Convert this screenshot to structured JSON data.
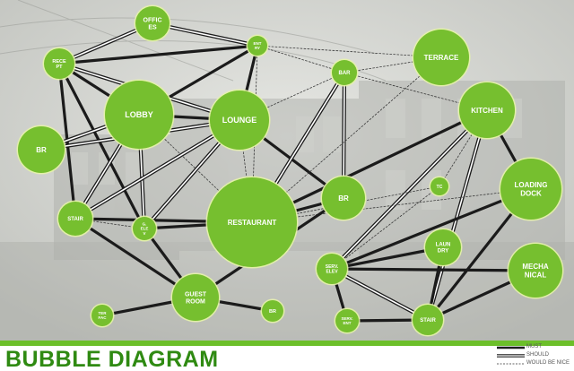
{
  "title": "BUBBLE DIAGRAM",
  "colors": {
    "bubble": "#76bf2f",
    "bubble_stroke": "#e6f3a8",
    "title": "#2f8a12",
    "band": "#6cbf2a"
  },
  "legend": [
    {
      "label": "MUST",
      "style": "must"
    },
    {
      "label": "SHOULD",
      "style": "should"
    },
    {
      "label": "WOULD BE NICE",
      "style": "nice"
    }
  ],
  "nodes": [
    {
      "id": "offices",
      "lines": [
        "OFFIC",
        "ES"
      ]
    },
    {
      "id": "entry",
      "lines": [
        "ENT",
        "RY"
      ]
    },
    {
      "id": "reception",
      "lines": [
        "RECE",
        "PT"
      ]
    },
    {
      "id": "lobby",
      "lines": [
        "LOBBY"
      ]
    },
    {
      "id": "lounge",
      "lines": [
        "LOUNGE"
      ]
    },
    {
      "id": "bar",
      "lines": [
        "BAR"
      ]
    },
    {
      "id": "terrace",
      "lines": [
        "TERRACE"
      ]
    },
    {
      "id": "kitchen",
      "lines": [
        "KITCHEN"
      ]
    },
    {
      "id": "br_left",
      "lines": [
        "BR"
      ]
    },
    {
      "id": "restaurant",
      "lines": [
        "RESTAURANT"
      ]
    },
    {
      "id": "br_mid",
      "lines": [
        "BR"
      ]
    },
    {
      "id": "tc",
      "lines": [
        "TC"
      ]
    },
    {
      "id": "loading_dock",
      "lines": [
        "LOADING",
        "DOCK"
      ]
    },
    {
      "id": "stair_left",
      "lines": [
        "STAIR"
      ]
    },
    {
      "id": "g_elev",
      "lines": [
        "G.",
        "ELE",
        "V"
      ]
    },
    {
      "id": "laundry",
      "lines": [
        "LAUN",
        "DRY"
      ]
    },
    {
      "id": "mechanical",
      "lines": [
        "MECHA",
        "NICAL"
      ]
    },
    {
      "id": "serv_elev",
      "lines": [
        "SERV.",
        "ELEV"
      ]
    },
    {
      "id": "guest_room",
      "lines": [
        "GUEST",
        "ROOM"
      ]
    },
    {
      "id": "ter_fac",
      "lines": [
        "TER",
        "FAC"
      ]
    },
    {
      "id": "br_low",
      "lines": [
        "BR"
      ]
    },
    {
      "id": "serv_ent",
      "lines": [
        "SERV.",
        "ENT"
      ]
    },
    {
      "id": "stair_right",
      "lines": [
        "STAIR"
      ]
    }
  ],
  "links": [
    {
      "a": "reception",
      "b": "offices",
      "type": "should"
    },
    {
      "a": "offices",
      "b": "entry",
      "type": "should"
    },
    {
      "a": "reception",
      "b": "entry",
      "type": "must"
    },
    {
      "a": "lobby",
      "b": "entry",
      "type": "must"
    },
    {
      "a": "lounge",
      "b": "entry",
      "type": "must"
    },
    {
      "a": "reception",
      "b": "lounge",
      "type": "should"
    },
    {
      "a": "reception",
      "b": "lobby",
      "type": "must"
    },
    {
      "a": "reception",
      "b": "stair_left",
      "type": "must"
    },
    {
      "a": "reception",
      "b": "g_elev",
      "type": "must"
    },
    {
      "a": "br_left",
      "b": "lobby",
      "type": "should"
    },
    {
      "a": "br_left",
      "b": "lounge",
      "type": "should"
    },
    {
      "a": "lobby",
      "b": "lounge",
      "type": "must"
    },
    {
      "a": "lobby",
      "b": "stair_left",
      "type": "should"
    },
    {
      "a": "lobby",
      "b": "g_elev",
      "type": "should"
    },
    {
      "a": "lobby",
      "b": "restaurant",
      "type": "nice"
    },
    {
      "a": "lounge",
      "b": "stair_left",
      "type": "should"
    },
    {
      "a": "lounge",
      "b": "g_elev",
      "type": "should"
    },
    {
      "a": "lounge",
      "b": "br_mid",
      "type": "must"
    },
    {
      "a": "lounge",
      "b": "restaurant",
      "type": "nice"
    },
    {
      "a": "entry",
      "b": "bar",
      "type": "nice"
    },
    {
      "a": "entry",
      "b": "terrace",
      "type": "nice"
    },
    {
      "a": "entry",
      "b": "restaurant",
      "type": "nice"
    },
    {
      "a": "bar",
      "b": "terrace",
      "type": "nice"
    },
    {
      "a": "bar",
      "b": "lounge",
      "type": "nice"
    },
    {
      "a": "bar",
      "b": "restaurant",
      "type": "should"
    },
    {
      "a": "bar",
      "b": "br_mid",
      "type": "should"
    },
    {
      "a": "bar",
      "b": "kitchen",
      "type": "nice"
    },
    {
      "a": "terrace",
      "b": "restaurant",
      "type": "nice"
    },
    {
      "a": "kitchen",
      "b": "restaurant",
      "type": "must"
    },
    {
      "a": "kitchen",
      "b": "loading_dock",
      "type": "must"
    },
    {
      "a": "kitchen",
      "b": "serv_elev",
      "type": "should"
    },
    {
      "a": "kitchen",
      "b": "stair_right",
      "type": "should"
    },
    {
      "a": "kitchen",
      "b": "tc",
      "type": "nice"
    },
    {
      "a": "restaurant",
      "b": "br_mid",
      "type": "must"
    },
    {
      "a": "restaurant",
      "b": "loading_dock",
      "type": "nice"
    },
    {
      "a": "stair_left",
      "b": "g_elev",
      "type": "nice"
    },
    {
      "a": "stair_left",
      "b": "guest_room",
      "type": "must"
    },
    {
      "a": "stair_left",
      "b": "restaurant",
      "type": "must"
    },
    {
      "a": "g_elev",
      "b": "guest_room",
      "type": "must"
    },
    {
      "a": "g_elev",
      "b": "restaurant",
      "type": "must"
    },
    {
      "a": "guest_room",
      "b": "ter_fac",
      "type": "must"
    },
    {
      "a": "guest_room",
      "b": "br_low",
      "type": "must"
    },
    {
      "a": "guest_room",
      "b": "br_mid",
      "type": "must"
    },
    {
      "a": "serv_elev",
      "b": "tc",
      "type": "nice"
    },
    {
      "a": "serv_elev",
      "b": "loading_dock",
      "type": "must"
    },
    {
      "a": "serv_elev",
      "b": "laundry",
      "type": "must"
    },
    {
      "a": "serv_elev",
      "b": "mechanical",
      "type": "must"
    },
    {
      "a": "serv_elev",
      "b": "stair_right",
      "type": "should"
    },
    {
      "a": "serv_elev",
      "b": "serv_ent",
      "type": "must"
    },
    {
      "a": "stair_right",
      "b": "laundry",
      "type": "must"
    },
    {
      "a": "stair_right",
      "b": "mechanical",
      "type": "must"
    },
    {
      "a": "stair_right",
      "b": "loading_dock",
      "type": "must"
    },
    {
      "a": "stair_right",
      "b": "serv_ent",
      "type": "must"
    },
    {
      "a": "tc",
      "b": "restaurant",
      "type": "nice"
    }
  ]
}
